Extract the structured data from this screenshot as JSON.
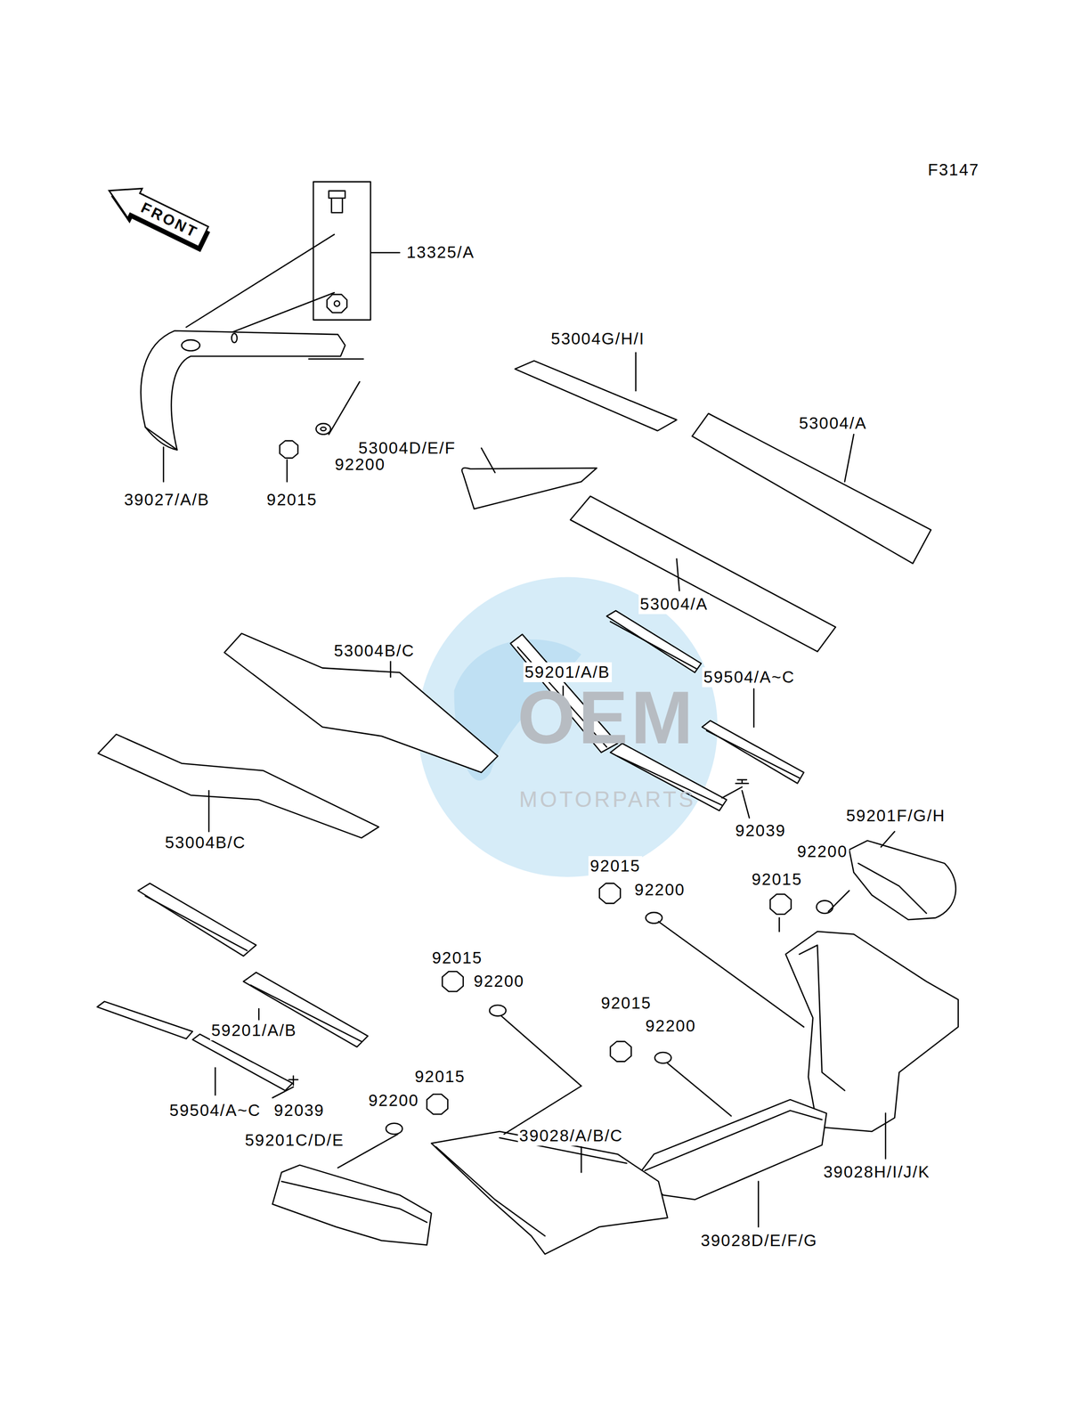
{
  "diagram": {
    "nodes": [
      {
        "text": [
          "FRONT"
        ]
      }
    ],
    "labels": [
      "F3147",
      "13325/A",
      "53004G/H/I",
      "53004/A",
      "53004D/E/F",
      "92200",
      "39027/A/B",
      "92015",
      "53004/A",
      "53004B/C",
      "59201/A/B",
      "59504/A~C",
      "92039",
      "59201F/G/H",
      "53004B/C",
      "92200",
      "92015",
      "92015",
      "92200",
      "92015",
      "92200",
      "92015",
      "92200",
      "59201/A/B",
      "92015",
      "59504/A~C",
      "92039",
      "92200",
      "59201C/D/E",
      "39028/A/B/C",
      "39028H/I/J/K",
      "39028D/E/F/G",
      "OEM",
      "MOTORPARTS"
    ]
  }
}
